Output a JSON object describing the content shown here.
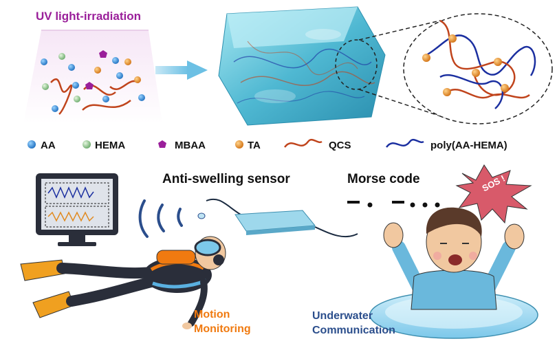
{
  "header": {
    "uv_label": "UV light-irradiation"
  },
  "legend": {
    "items": [
      {
        "label": "AA",
        "marker": "blue-sphere",
        "color": "#2a7fd0"
      },
      {
        "label": "HEMA",
        "marker": "green-sphere",
        "color": "#8cc88c"
      },
      {
        "label": "MBAA",
        "marker": "purple-pentagon",
        "color": "#9a1f9a"
      },
      {
        "label": "TA",
        "marker": "orange-sphere",
        "color": "#e08a20"
      },
      {
        "label": "QCS",
        "marker": "red-wavy-line",
        "color": "#c0441c"
      },
      {
        "label": "poly(AA-HEMA)",
        "marker": "blue-wavy-line",
        "color": "#1b2fa0"
      }
    ]
  },
  "scene": {
    "sensor_title": "Anti-swelling sensor",
    "morse_title": "Morse code",
    "morse_symbols": "– •  – • • •",
    "sos_text": "SOS !",
    "motion_label_line1": "Motion",
    "motion_label_line2": "Monitoring",
    "underwater_label_line1": "Underwater",
    "underwater_label_line2": "Communication"
  },
  "colors": {
    "uv_purple": "#9a1f9a",
    "motion_orange": "#f07a10",
    "communication_blue": "#2b4e8c",
    "hydrogel_cyan": "#5cc6dc",
    "sos_burst": "#d85a6a"
  }
}
